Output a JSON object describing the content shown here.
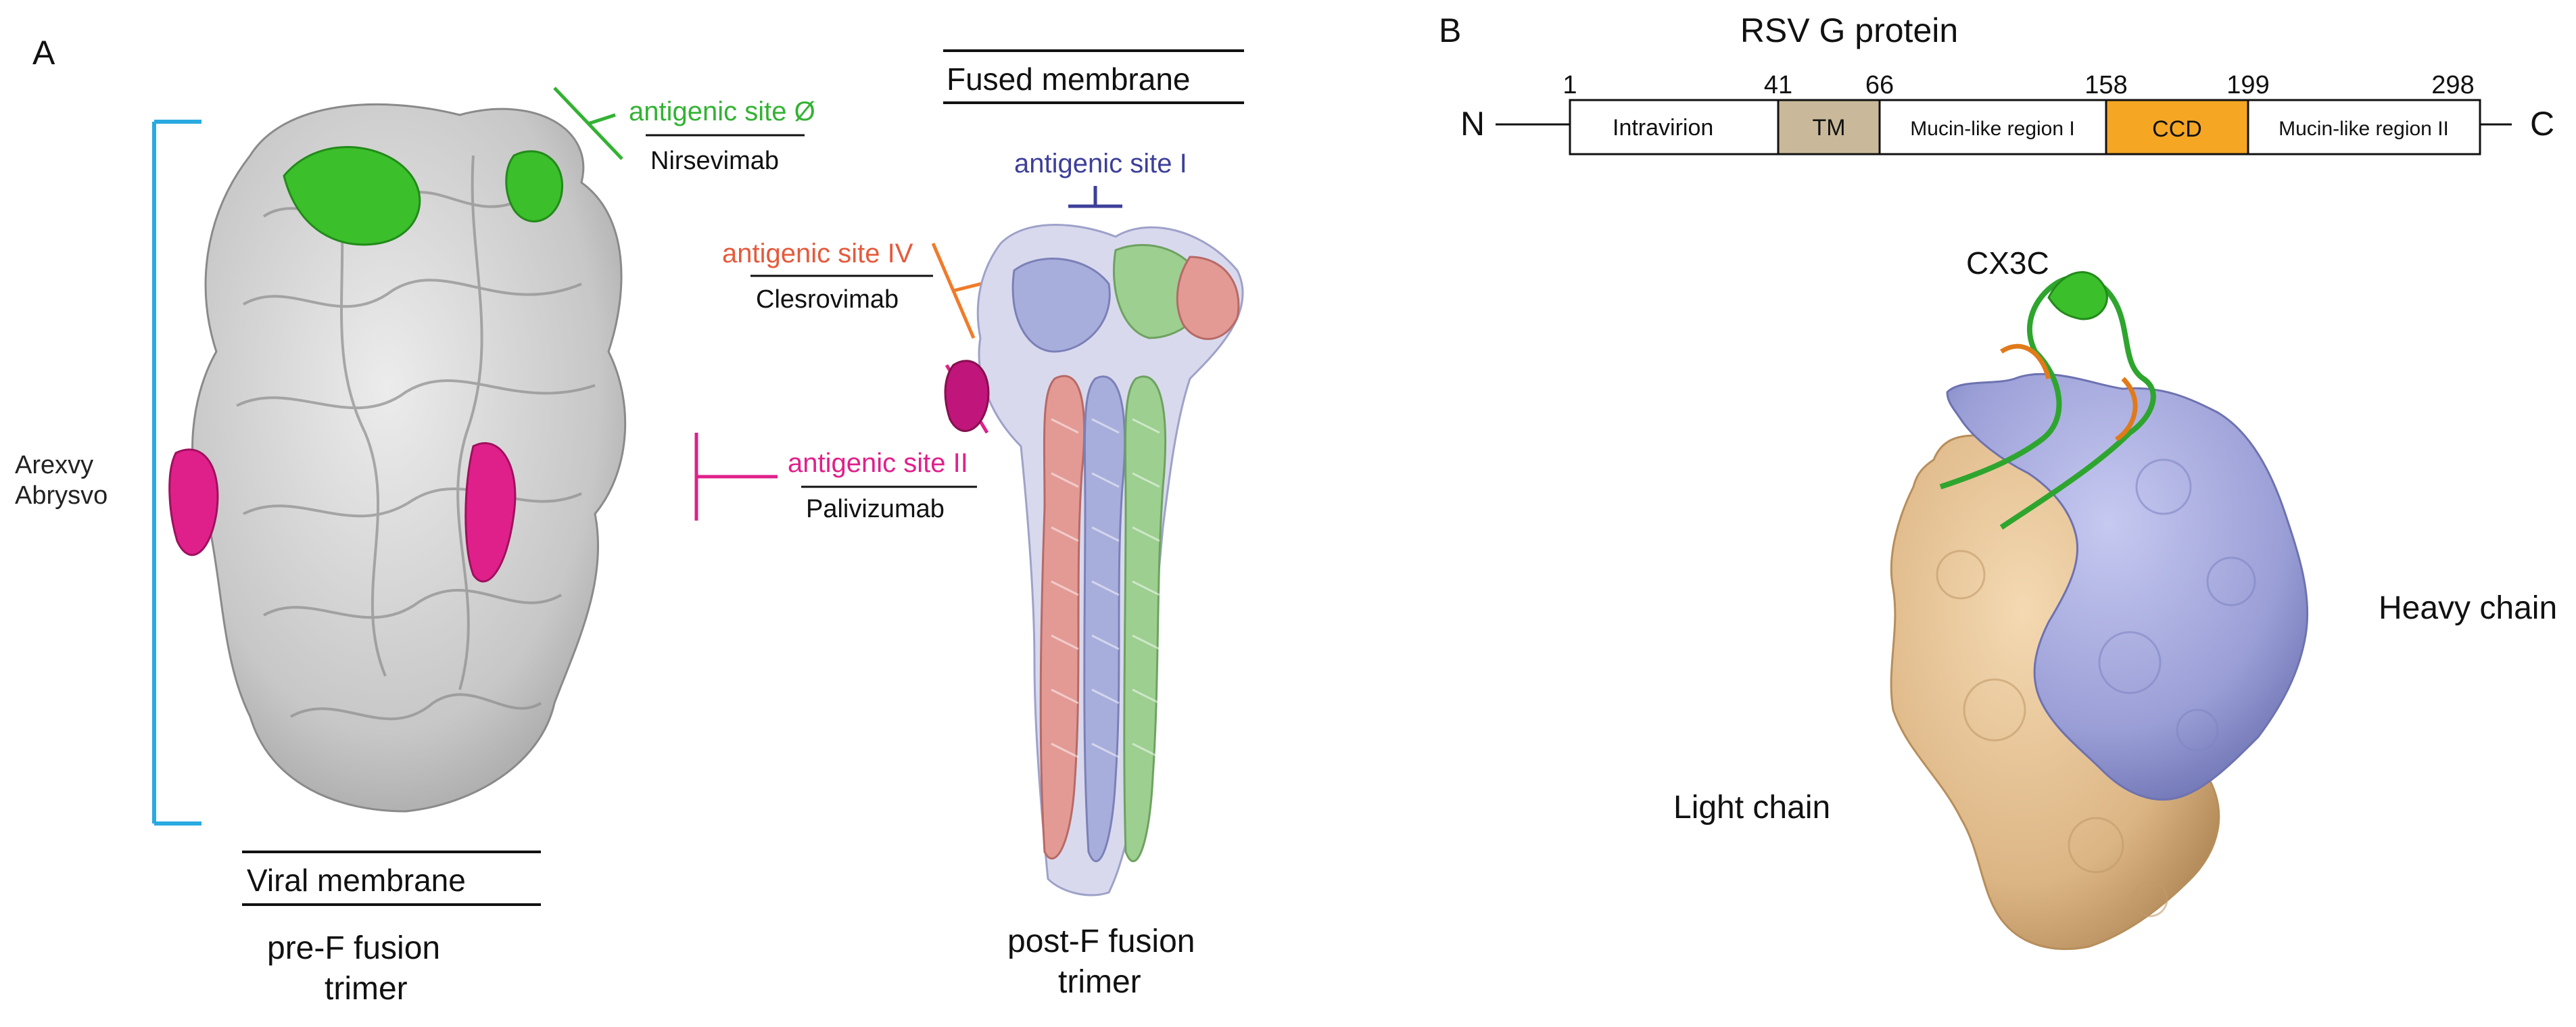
{
  "panel_a": {
    "panel_label": "A",
    "prefusion": {
      "caption_line1": "pre-F fusion",
      "caption_line2": "trimer",
      "membrane_label": "Viral membrane",
      "vaccine_line1": "Arexvy",
      "vaccine_line2": "Abrysvo"
    },
    "postfusion": {
      "caption_line1": "post-F fusion",
      "caption_line2": "trimer",
      "membrane_label": "Fused membrane"
    },
    "sites": {
      "site_zero": {
        "label": "antigenic site Ø",
        "antibody": "Nirsevimab",
        "color": "#33b233"
      },
      "site_one": {
        "label": "antigenic site I",
        "color": "#3d3f9a"
      },
      "site_four": {
        "label": "antigenic site IV",
        "antibody": "Clesrovimab",
        "color": "#e55a3c"
      },
      "site_two": {
        "label": "antigenic site II",
        "antibody": "Palivizumab",
        "color": "#e0208a"
      }
    }
  },
  "panel_b": {
    "panel_label": "B",
    "title": "RSV G protein",
    "n_terminus": "N",
    "c_terminus": "C",
    "residue_numbers": [
      "1",
      "41",
      "66",
      "158",
      "199",
      "298"
    ],
    "domains": [
      {
        "label": "Intravirion",
        "color": "#ffffff"
      },
      {
        "label": "TM",
        "color": "#c9b99a"
      },
      {
        "label": "Mucin-like region I",
        "color": "#ffffff"
      },
      {
        "label": "CCD",
        "color": "#f5a623"
      },
      {
        "label": "Mucin-like region II",
        "color": "#ffffff"
      }
    ],
    "cx3c_label": "CX3C",
    "heavy_chain_label": "Heavy chain",
    "light_chain_label": "Light chain"
  },
  "colors": {
    "bracket": "#29aae1",
    "pre_f_gray": "#c6c6c6",
    "post_f_blue": "#a8aedb",
    "post_f_green": "#9ccf90",
    "post_f_salmon": "#e39a95",
    "heavy_chain": "#a3a6d8",
    "light_chain": "#e1bd8c"
  }
}
